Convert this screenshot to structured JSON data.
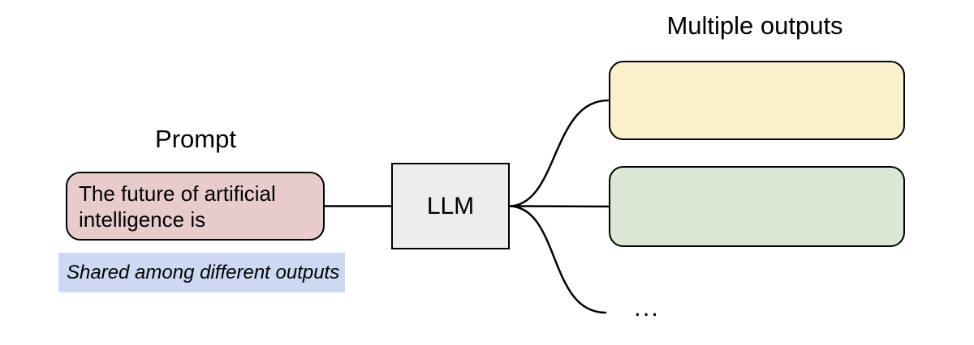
{
  "prompt": {
    "title": "Prompt",
    "text": "The future of artificial intelligence is",
    "note": "Shared among different outputs"
  },
  "llm": {
    "label": "LLM"
  },
  "outputs": {
    "title": "Multiple outputs",
    "ellipsis": "..."
  },
  "colors": {
    "prompt_fill": "#e8cccc",
    "note_bg": "#cdd8f3",
    "llm_fill": "#ededed",
    "output1_fill": "#faf0cb",
    "output2_fill": "#dce8d3",
    "stroke": "#000000"
  }
}
